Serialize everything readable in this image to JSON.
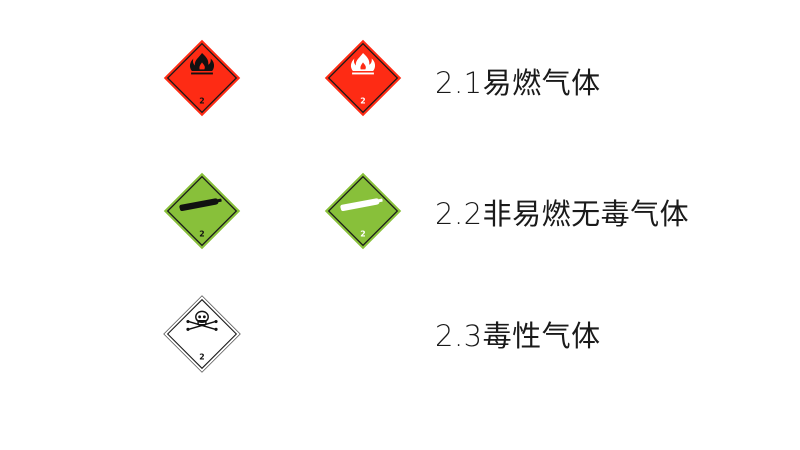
{
  "colors": {
    "flammable_red": "#fe2b14",
    "nonflammable_green": "#88c03a",
    "toxic_white": "#ffffff",
    "border_dark": "#1a1a1a",
    "text": "#1a1a1a"
  },
  "rows": [
    {
      "label": "2.1易燃气体",
      "signs": [
        {
          "class_number": "2",
          "icon": "flame-icon",
          "symbol_color": "black",
          "background": "red"
        },
        {
          "class_number": "2",
          "icon": "flame-icon",
          "symbol_color": "white",
          "background": "red"
        }
      ]
    },
    {
      "label": "2.2非易燃无毒气体",
      "signs": [
        {
          "class_number": "2",
          "icon": "gas-cylinder-icon",
          "symbol_color": "black",
          "background": "green"
        },
        {
          "class_number": "2",
          "icon": "gas-cylinder-icon",
          "symbol_color": "white",
          "background": "green"
        }
      ]
    },
    {
      "label": "2.3毒性气体",
      "signs": [
        {
          "class_number": "2",
          "icon": "skull-crossbones-icon",
          "symbol_color": "black",
          "background": "white"
        }
      ]
    }
  ]
}
